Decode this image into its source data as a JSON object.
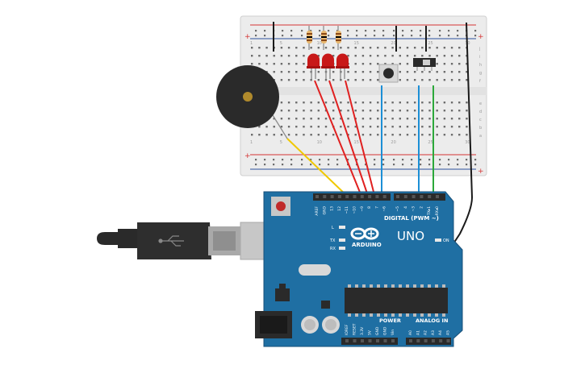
{
  "colors": {
    "board": "#1f6fa3",
    "board_dark": "#174f78",
    "breadboard": "#ececec",
    "rail_red": "#d43535",
    "rail_blue": "#2c4f9c",
    "wire_red": "#e02020",
    "wire_blue": "#1c8fd6",
    "wire_green": "#2ca83a",
    "wire_yellow": "#f0c800",
    "wire_black": "#1a1a1a",
    "led": "#c81818",
    "buzzer": "#2a2a2a",
    "buzzer_center": "#b08a2c"
  },
  "icons": {
    "arduino_logo": "infinity-logo-icon",
    "usb": "usb-symbol-icon"
  },
  "breadboard": {
    "rail_plus": "+",
    "rail_minus": "-",
    "row_letters_top": [
      "j",
      "i",
      "h",
      "g",
      "f"
    ],
    "row_letters_bottom": [
      "e",
      "d",
      "c",
      "b",
      "a"
    ],
    "column_numbers": [
      "1",
      "5",
      "10",
      "15",
      "20",
      "25",
      "30"
    ]
  },
  "arduino": {
    "model": "UNO",
    "brand": "ARDUINO",
    "digital_label": "DIGITAL (PWM ~)",
    "power_label": "POWER",
    "analog_label": "ANALOG IN",
    "on_label": "ON",
    "l_label": "L",
    "tx_label": "TX",
    "rx_label": "RX",
    "top_pin_labels": [
      "AREF",
      "GND",
      "13",
      "12",
      "~11",
      "~10",
      "~9",
      "8",
      "7",
      "~6",
      "~5",
      "4",
      "~3",
      "2",
      "TX▸1",
      "RX◂0"
    ],
    "power_pin_labels": [
      "IOREF",
      "RESET",
      "3.3V",
      "5V",
      "GND",
      "GND",
      "Vin"
    ],
    "analog_pin_labels": [
      "A0",
      "A1",
      "A2",
      "A3",
      "A4",
      "A5"
    ]
  }
}
